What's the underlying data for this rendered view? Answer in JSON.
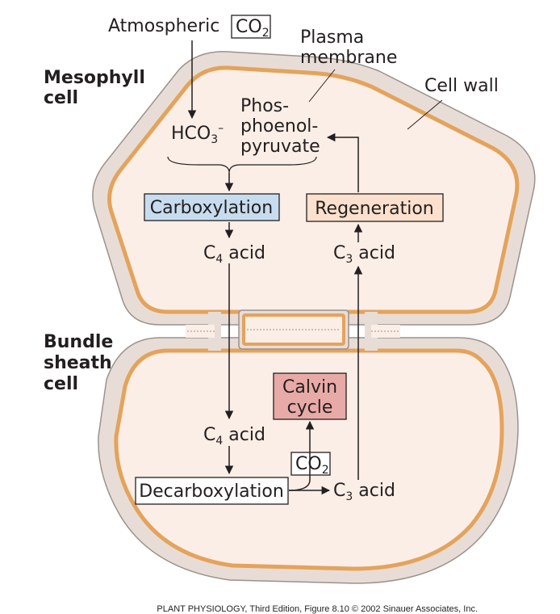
{
  "colors": {
    "cell_wall_fill": "#e8ddd6",
    "cell_wall_stroke": "#9a928d",
    "membrane": "#e4a35c",
    "cytoplasm": "#fbeee6",
    "carboxylation_box": "#c7dcef",
    "regeneration_box": "#fbe1cd",
    "calvin_box": "#e8aaa6"
  },
  "labels": {
    "atmospheric": "Atmospheric",
    "co2_top": "CO",
    "co2_top_sub": "2",
    "plasma_membrane_line1": "Plasma",
    "plasma_membrane_line2": "membrane",
    "cell_wall": "Cell wall",
    "mesophyll_line1": "Mesophyll",
    "mesophyll_line2": "cell",
    "bundle_line1": "Bundle",
    "bundle_line2": "sheath",
    "bundle_line3": "cell",
    "hco3": "HCO",
    "hco3_sub": "3",
    "hco3_sup": "–",
    "pep_line1": "Phos-",
    "pep_line2": "phoenol-",
    "pep_line3": "pyruvate",
    "carboxylation": "Carboxylation",
    "regeneration": "Regeneration",
    "c4_acid_top_c": "C",
    "c4_acid_top_sub": "4",
    "c4_acid_top_rest": " acid",
    "c3_acid_top_c": "C",
    "c3_acid_top_sub": "3",
    "c3_acid_top_rest": " acid",
    "calvin_line1": "Calvin",
    "calvin_line2": "cycle",
    "c4_acid_bottom_c": "C",
    "c4_acid_bottom_sub": "4",
    "c4_acid_bottom_rest": " acid",
    "co2_bottom": "CO",
    "co2_bottom_sub": "2",
    "decarboxylation": "Decarboxylation",
    "c3_acid_bottom_c": "C",
    "c3_acid_bottom_sub": "3",
    "c3_acid_bottom_rest": " acid",
    "caption": "PLANT PHYSIOLOGY, Third Edition, Figure 8.10  © 2002 Sinauer Associates, Inc."
  }
}
